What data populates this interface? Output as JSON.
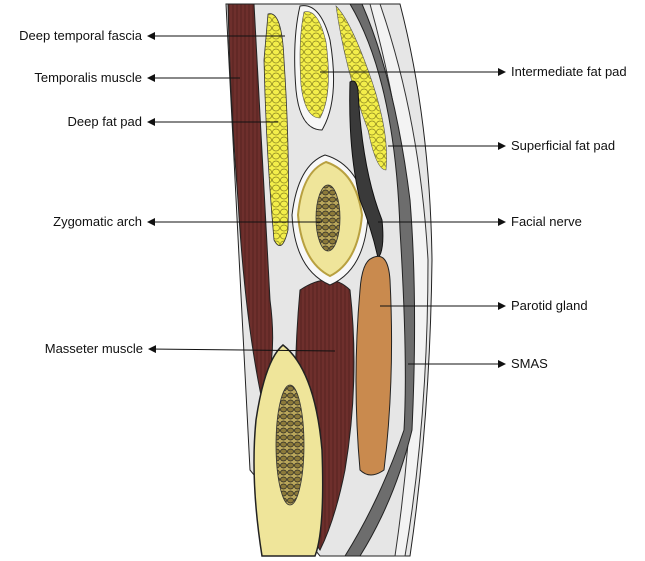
{
  "labels_left": [
    {
      "text": "Deep temporal fascia"
    },
    {
      "text": "Temporalis muscle"
    },
    {
      "text": "Deep fat pad"
    },
    {
      "text": "Zygomatic arch"
    },
    {
      "text": "Masseter muscle"
    }
  ],
  "labels_right": [
    {
      "text": "Intermediate fat pad"
    },
    {
      "text": "Superficial fat pad"
    },
    {
      "text": "Facial nerve"
    },
    {
      "text": "Parotid gland"
    },
    {
      "text": "SMAS"
    }
  ],
  "colors": {
    "muscle": "#6e2f2c",
    "fat": "#e6e03a",
    "bone": "#efe59a",
    "gland": "#c98a4e",
    "fascia_grey": "#e4e4e4",
    "smas": "#6d6d6d"
  }
}
